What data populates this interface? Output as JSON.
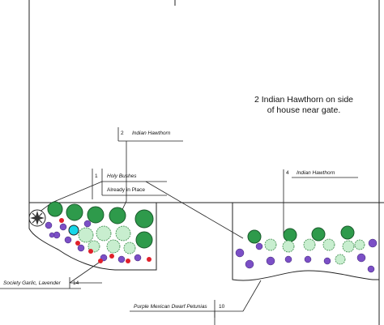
{
  "note": {
    "line1": "2 Indian Hawthorn on side",
    "line2": "of house near gate."
  },
  "callouts": [
    {
      "qty": "2",
      "name": "Indian Hawthorn"
    },
    {
      "qty": "1",
      "name": "Holy Bushes",
      "extra": "Already in Place"
    },
    {
      "qty": "4",
      "name": "Indian Hawthorn"
    },
    {
      "qty": "14",
      "name": "Society Garlic, Lavender"
    },
    {
      "qty": "10",
      "name": "Purple Mexican Dwarf Petunias"
    }
  ],
  "colors": {
    "hawthorn": "#2e9a4b",
    "shrub_light": "#c8eecf",
    "petunia": "#7b4fc6",
    "garlic_red": "#e0202a",
    "holly_center": "#17d6e8",
    "line": "#222222"
  }
}
